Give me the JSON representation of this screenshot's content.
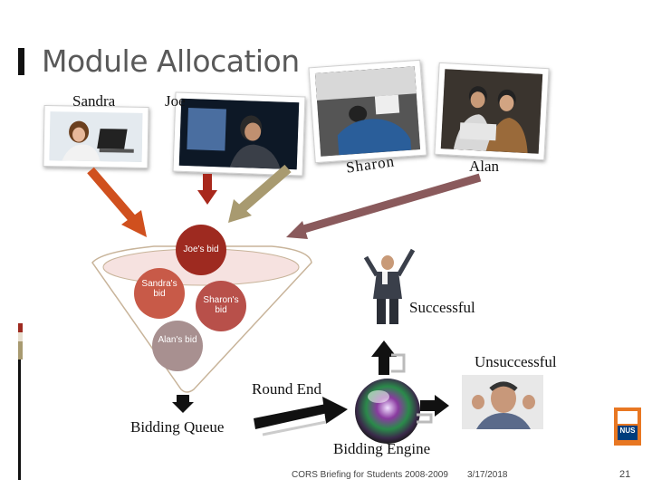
{
  "slide": {
    "title": "Module Allocation",
    "page_number": "21"
  },
  "people": {
    "sandra": "Sandra",
    "joe": "Joe",
    "sharon": "Sharon",
    "alan": "Alan"
  },
  "bids": {
    "joe": "Joe's bid",
    "sandra": "Sandra's bid",
    "sharon": "Sharon's bid",
    "alan": "Alan's bid"
  },
  "flow": {
    "successful": "Successful",
    "unsuccessful": "Unsuccessful",
    "round_end": "Round End",
    "bidding_queue": "Bidding Queue",
    "bidding_engine": "Bidding Engine"
  },
  "footer": {
    "text": "CORS Briefing for Students 2008-2009",
    "date": "3/17/2018"
  },
  "logo": {
    "text": "NUS"
  },
  "colors": {
    "sandra_arrow": "#d0501e",
    "joe_arrow": "#a8281c",
    "sharon_arrow": "#a89a70",
    "alan_arrow": "#8a5a5c",
    "funnel_top": "#f6e2e0",
    "joe_circle": "#9e2a20",
    "sandra_circle": "#c85a48",
    "sharon_circle": "#b8504a",
    "alan_circle": "#a89090"
  }
}
